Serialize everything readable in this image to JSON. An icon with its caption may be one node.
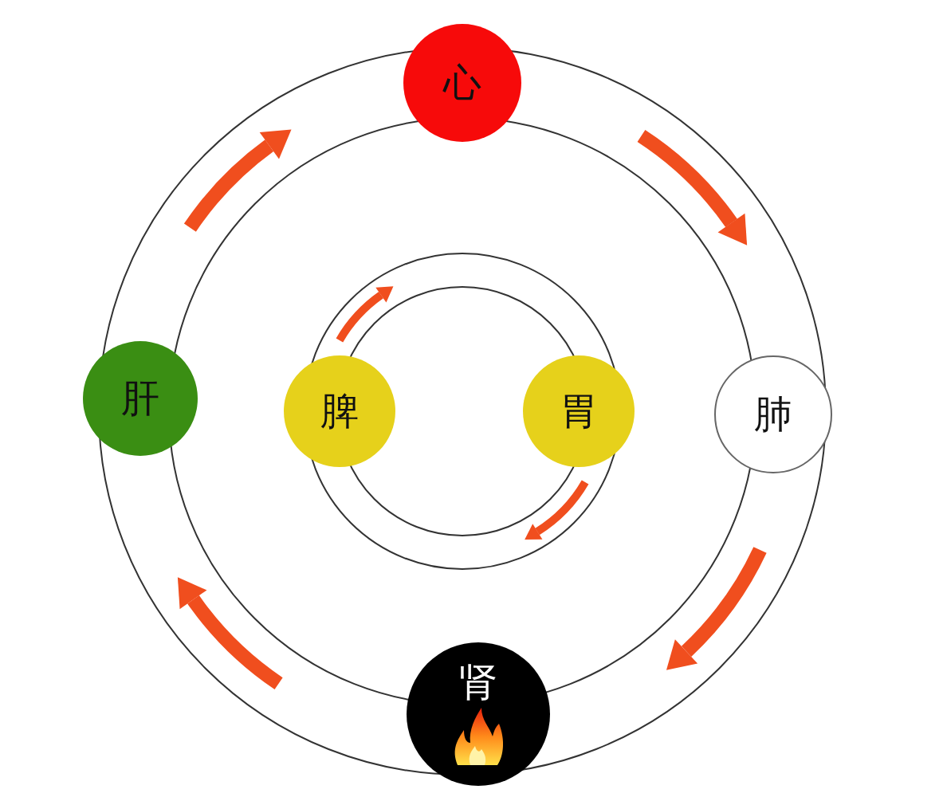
{
  "diagram": {
    "nodes": [
      {
        "text": [
          "心"
        ]
      },
      {
        "text": [
          "肝"
        ]
      },
      {
        "text": [
          "脾"
        ]
      },
      {
        "text": [
          "胃"
        ]
      },
      {
        "text": [
          "肺"
        ]
      },
      {
        "text": [
          "肾"
        ]
      }
    ],
    "edges": [
      {
        "from": 1,
        "to": 0,
        "arrow": "to"
      },
      {
        "from": 0,
        "to": 4,
        "arrow": "to"
      },
      {
        "from": 4,
        "to": 5,
        "arrow": "to"
      },
      {
        "from": 5,
        "to": 1,
        "arrow": "to"
      },
      {
        "from": 2,
        "to": 3,
        "arrow": "to"
      },
      {
        "from": 3,
        "to": 2,
        "arrow": "to"
      }
    ]
  }
}
